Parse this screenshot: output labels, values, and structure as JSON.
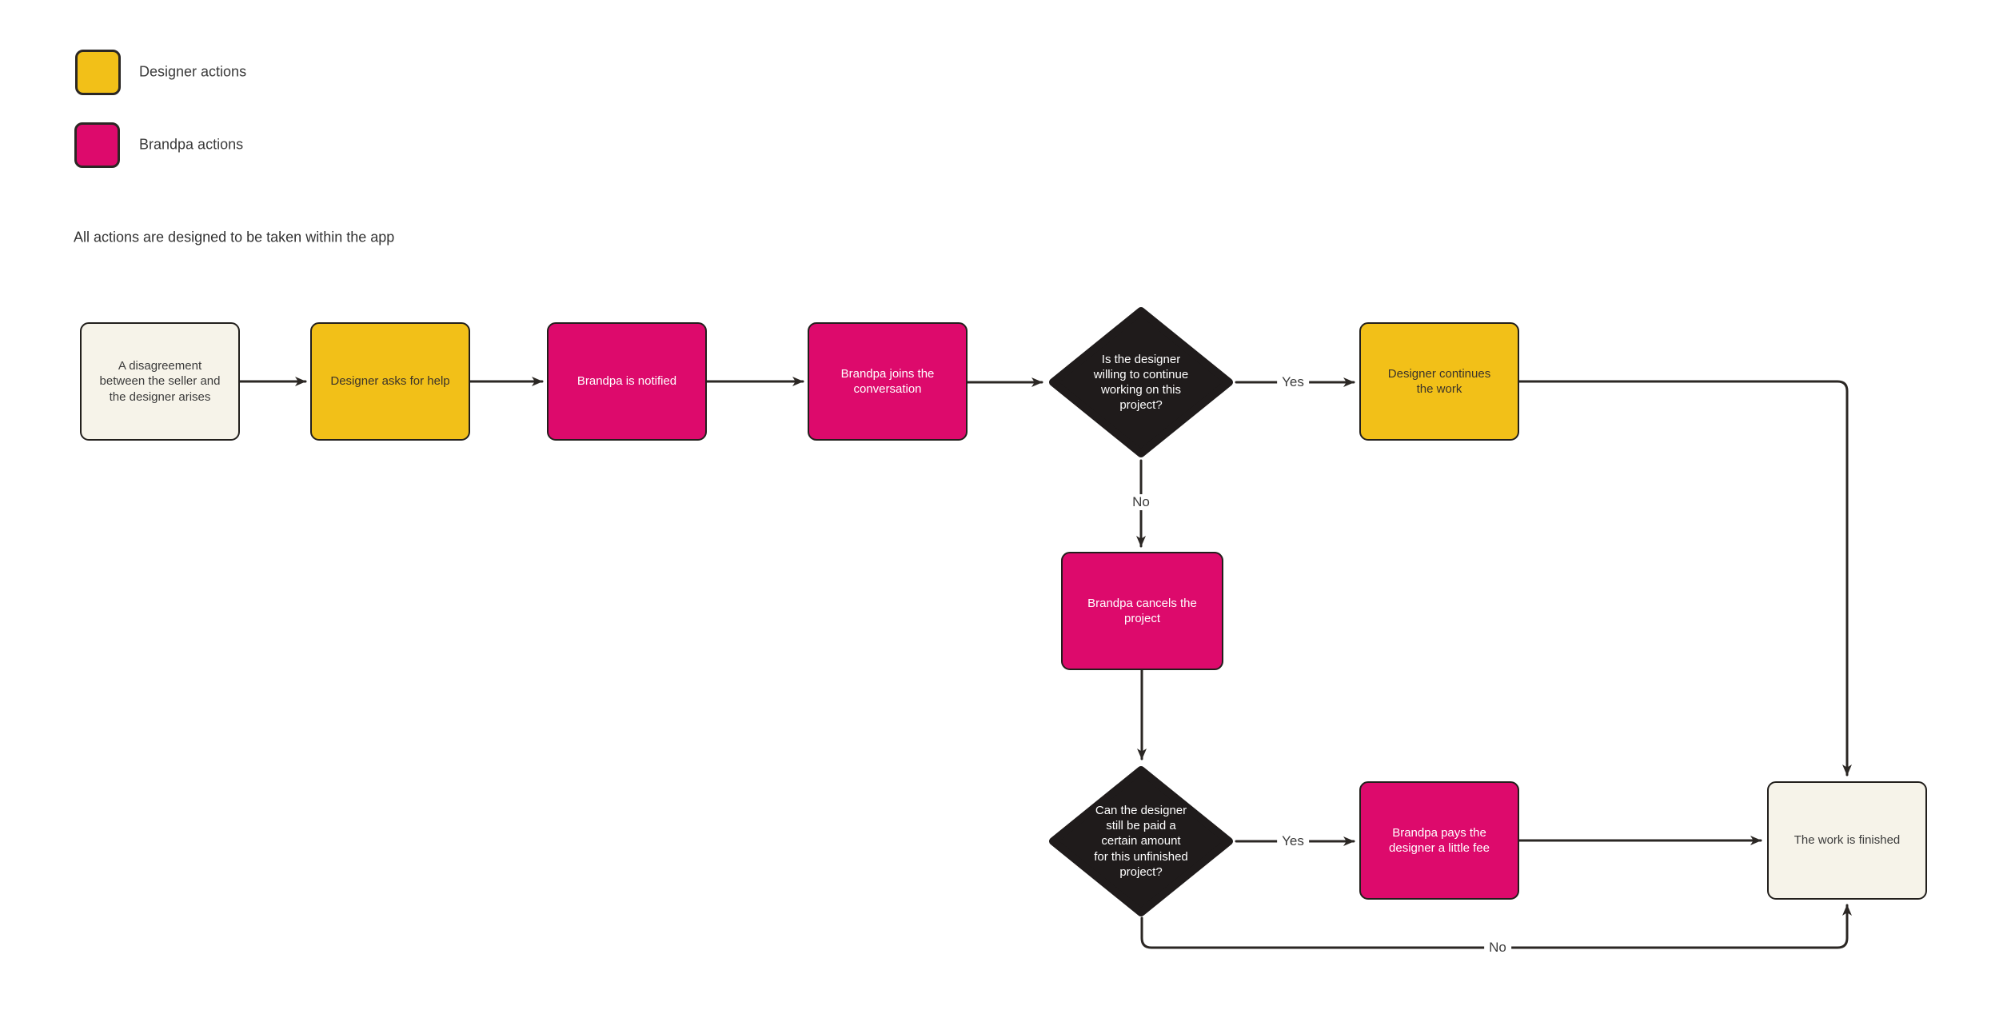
{
  "legend": {
    "items": [
      {
        "id": "designer",
        "label": "Designer actions",
        "color": "#F2C018"
      },
      {
        "id": "brandpa",
        "label": "Brandpa actions",
        "color": "#DD0A6C"
      }
    ],
    "note": "All actions are designed to be taken within the app"
  },
  "colors": {
    "designer_yellow": "#F2C018",
    "brandpa_pink": "#DD0A6C",
    "neutral_cream": "#F6F3E9",
    "decision_black": "#1F1B1B",
    "connector_line": "#2B2724",
    "background": "#FFFFFF"
  },
  "flowchart": {
    "nodes": {
      "start": {
        "kind": "neutral",
        "label": "A disagreement between the seller and the designer arises"
      },
      "ask_help": {
        "kind": "designer",
        "label": "Designer asks for help"
      },
      "notified": {
        "kind": "brandpa",
        "label": "Brandpa is notified"
      },
      "joins": {
        "kind": "brandpa",
        "label": "Brandpa joins the conversation"
      },
      "willing": {
        "kind": "decision",
        "label": "Is the designer willing to continue working on this project?"
      },
      "continues": {
        "kind": "designer",
        "label": "Designer continues the work"
      },
      "cancels": {
        "kind": "brandpa",
        "label": "Brandpa cancels the project"
      },
      "can_pay": {
        "kind": "decision",
        "label": "Can the designer still be paid a certain amount for this unfinished project?"
      },
      "pays": {
        "kind": "brandpa",
        "label": "Brandpa pays the designer a little fee"
      },
      "finished": {
        "kind": "neutral",
        "label": "The work is finished"
      }
    },
    "edges": [
      {
        "from": "start",
        "to": "ask_help",
        "label": ""
      },
      {
        "from": "ask_help",
        "to": "notified",
        "label": ""
      },
      {
        "from": "notified",
        "to": "joins",
        "label": ""
      },
      {
        "from": "joins",
        "to": "willing",
        "label": ""
      },
      {
        "from": "willing",
        "to": "continues",
        "label": "Yes"
      },
      {
        "from": "continues",
        "to": "finished",
        "label": ""
      },
      {
        "from": "willing",
        "to": "cancels",
        "label": "No"
      },
      {
        "from": "cancels",
        "to": "can_pay",
        "label": ""
      },
      {
        "from": "can_pay",
        "to": "pays",
        "label": "Yes"
      },
      {
        "from": "pays",
        "to": "finished",
        "label": ""
      },
      {
        "from": "can_pay",
        "to": "finished",
        "label": "No"
      }
    ]
  }
}
